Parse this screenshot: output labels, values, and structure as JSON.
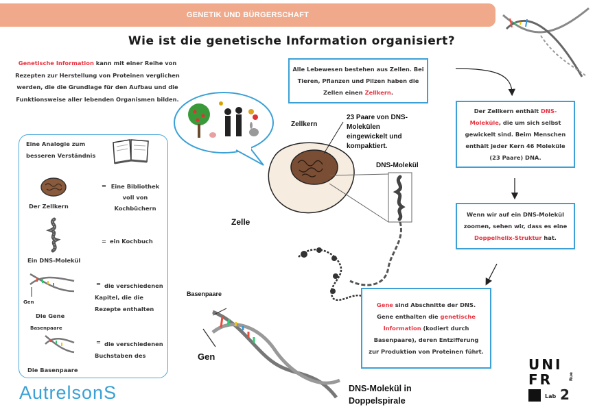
{
  "banner": {
    "text": "GENETIK UND BÜRGERSCHAFT"
  },
  "title": "Wie ist die genetische Information organisiert?",
  "intro": {
    "highlight": "Genetische Information",
    "rest": " kann mit einer Reihe von Rezepten zur Herstellung von Proteinen verglichen werden, die die Grundlage für den Aufbau und die Funktionsweise aller lebenden Organismen bilden."
  },
  "analogy": {
    "heading": "Eine Analogie zum besseren Verständnis",
    "rows": [
      {
        "label": "Der Zellkern",
        "eq": "=",
        "desc": "Eine Bibliothek voll von Kochbüchern"
      },
      {
        "label": "Ein DNS-Molekül",
        "eq": "=",
        "desc": "ein Kochbuch"
      },
      {
        "label": "Die Gene",
        "tag": "Gen",
        "eq": "=",
        "desc": "die verschiedenen Kapitel, die die Rezepte enthalten"
      },
      {
        "label": "Die Basenpaare",
        "tag": "Basenpaare",
        "eq": "=",
        "desc": "die verschiedenen Buchstaben des"
      }
    ]
  },
  "boxes": {
    "b1": {
      "pre": "Alle Lebewesen bestehen aus Zellen. Bei Tieren, Pflanzen und Pilzen haben die Zellen einen ",
      "hl": "Zellkern",
      "post": "."
    },
    "b2": {
      "pre": "Der Zellkern enthält ",
      "hl": "DNS-Moleküle",
      "post": ", die um sich selbst gewickelt sind. Beim Menschen enthält jeder Kern 46 Moleküle (23 Paare) DNA."
    },
    "b3": {
      "pre": "Wenn wir auf ein DNS-Molekül zoomen, sehen wir, dass es eine ",
      "hl": "Doppelhelix-Struktur",
      "post": " hat."
    },
    "b4": {
      "hl1": "Gene",
      "t1": " sind Abschnitte der DNS. Gene enthalten die ",
      "hl2": "genetische Information",
      "t2": " (kodiert durch Basenpaare), deren Entzifferung zur Produktion von Proteinen führt."
    }
  },
  "labels": {
    "zellkern": "Zellkern",
    "paare": "23 Paare von DNS-Molekülen eingewickelt und kompaktiert.",
    "dns_molekuel": "DNS-Molekül",
    "zelle": "Zelle",
    "basenpaare": "Basenpaare",
    "gen": "Gen",
    "doppelspirale": "DNS-Molekül in Doppelspirale"
  },
  "logos": {
    "autrelsons": "AutrelsonS",
    "unifr_line1": "UNI",
    "unifr_line2": "FR",
    "unifr_rue": "Rue",
    "unifr_lab": "Lab",
    "unifr_num": "2"
  },
  "colors": {
    "accent": "#f0a98a",
    "box_border": "#3aa0d6",
    "highlight": "#e8323f",
    "analogy_border": "#4aa6d8"
  }
}
